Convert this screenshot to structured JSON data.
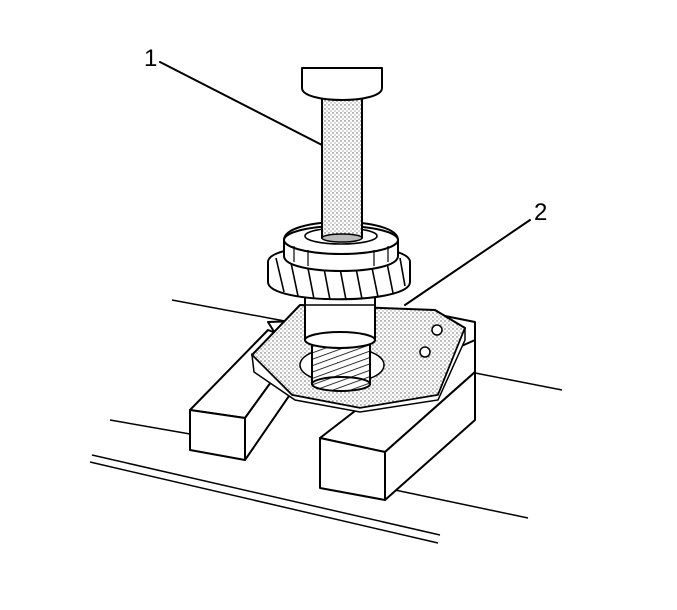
{
  "callouts": [
    {
      "id": "1",
      "label": "1"
    },
    {
      "id": "2",
      "label": "2"
    }
  ],
  "colors": {
    "ink": "#000000",
    "paper": "#ffffff",
    "stipple": "#bdbdbd"
  }
}
